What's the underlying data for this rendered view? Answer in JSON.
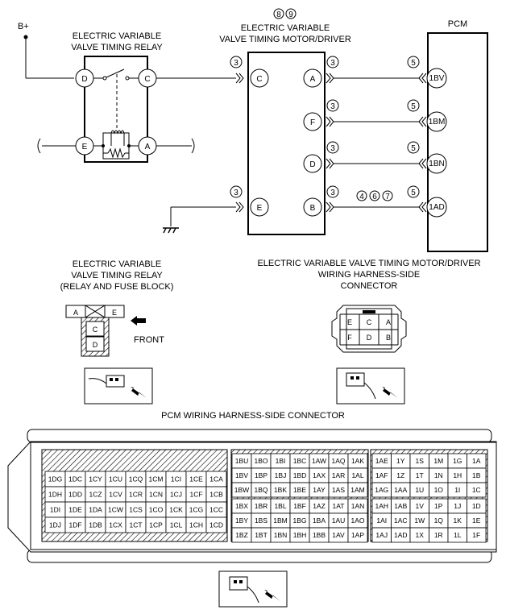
{
  "schematic": {
    "supply_label": "B+",
    "relay": {
      "title_line1": "ELECTRIC VARIABLE",
      "title_line2": "VALVE TIMING RELAY",
      "terminals": [
        "D",
        "C",
        "E",
        "A"
      ]
    },
    "motor": {
      "notes": [
        "8",
        "9"
      ],
      "title_line1": "ELECTRIC VARIABLE",
      "title_line2": "VALVE TIMING MOTOR/DRIVER",
      "terminals": [
        "C",
        "E",
        "A",
        "F",
        "D",
        "B"
      ],
      "refs": [
        "3",
        "3",
        "3",
        "3",
        "3",
        "3"
      ]
    },
    "pcm": {
      "title": "PCM",
      "terminals": [
        "1BV",
        "1BM",
        "1BN",
        "1AD"
      ],
      "refs": [
        "5",
        "5",
        "5",
        "5"
      ],
      "line_notes": [
        "4",
        "6",
        "7"
      ]
    }
  },
  "relay_connector": {
    "title_line1": "ELECTRIC VARIABLE",
    "title_line2": "VALVE TIMING RELAY",
    "title_line3": "(RELAY AND FUSE BLOCK)",
    "top_cells": [
      "A",
      "E"
    ],
    "bottom_cells": [
      "C",
      "D"
    ],
    "front_label": "FRONT"
  },
  "motor_connector": {
    "title_line1": "ELECTRIC VARIABLE VALVE TIMING MOTOR/DRIVER",
    "title_line2": "WIRING HARNESS-SIDE",
    "title_line3": "CONNECTOR",
    "rows": [
      [
        "E",
        "C",
        "A"
      ],
      [
        "F",
        "D",
        "B"
      ]
    ]
  },
  "pcm_connector": {
    "title": "PCM WIRING HARNESS-SIDE CONNECTOR",
    "left_block": [
      [
        "1DG",
        "1DC",
        "1CY",
        "1CU",
        "1CQ",
        "1CM",
        "1CI",
        "1CE",
        "1CA"
      ],
      [
        "1DH",
        "1DD",
        "1CZ",
        "1CV",
        "1CR",
        "1CN",
        "1CJ",
        "1CF",
        "1CB"
      ],
      [
        "1DI",
        "1DE",
        "1DA",
        "1CW",
        "1CS",
        "1CO",
        "1CK",
        "1CG",
        "1CC"
      ],
      [
        "1DJ",
        "1DF",
        "1DB",
        "1CX",
        "1CT",
        "1CP",
        "1CL",
        "1CH",
        "1CD"
      ]
    ],
    "mid_upper": [
      [
        "1BU",
        "1BO",
        "1BI",
        "1BC",
        "1AW",
        "1AQ",
        "1AK"
      ],
      [
        "1BV",
        "1BP",
        "1BJ",
        "1BD",
        "1AX",
        "1AR",
        "1AL"
      ],
      [
        "1BW",
        "1BQ",
        "1BK",
        "1BE",
        "1AY",
        "1AS",
        "1AM"
      ]
    ],
    "mid_lower": [
      [
        "1BX",
        "1BR",
        "1BL",
        "1BF",
        "1AZ",
        "1AT",
        "1AN"
      ],
      [
        "1BY",
        "1BS",
        "1BM",
        "1BG",
        "1BA",
        "1AU",
        "1AO"
      ],
      [
        "1BZ",
        "1BT",
        "1BN",
        "1BH",
        "1BB",
        "1AV",
        "1AP"
      ]
    ],
    "right_upper": [
      [
        "1AE",
        "1Y",
        "1S",
        "1M",
        "1G",
        "1A"
      ],
      [
        "1AF",
        "1Z",
        "1T",
        "1N",
        "1H",
        "1B"
      ],
      [
        "1AG",
        "1AA",
        "1U",
        "1O",
        "1I",
        "1C"
      ]
    ],
    "right_lower": [
      [
        "1AH",
        "1AB",
        "1V",
        "1P",
        "1J",
        "1D"
      ],
      [
        "1AI",
        "1AC",
        "1W",
        "1Q",
        "1K",
        "1E"
      ],
      [
        "1AJ",
        "1AD",
        "1X",
        "1R",
        "1L",
        "1F"
      ]
    ]
  }
}
